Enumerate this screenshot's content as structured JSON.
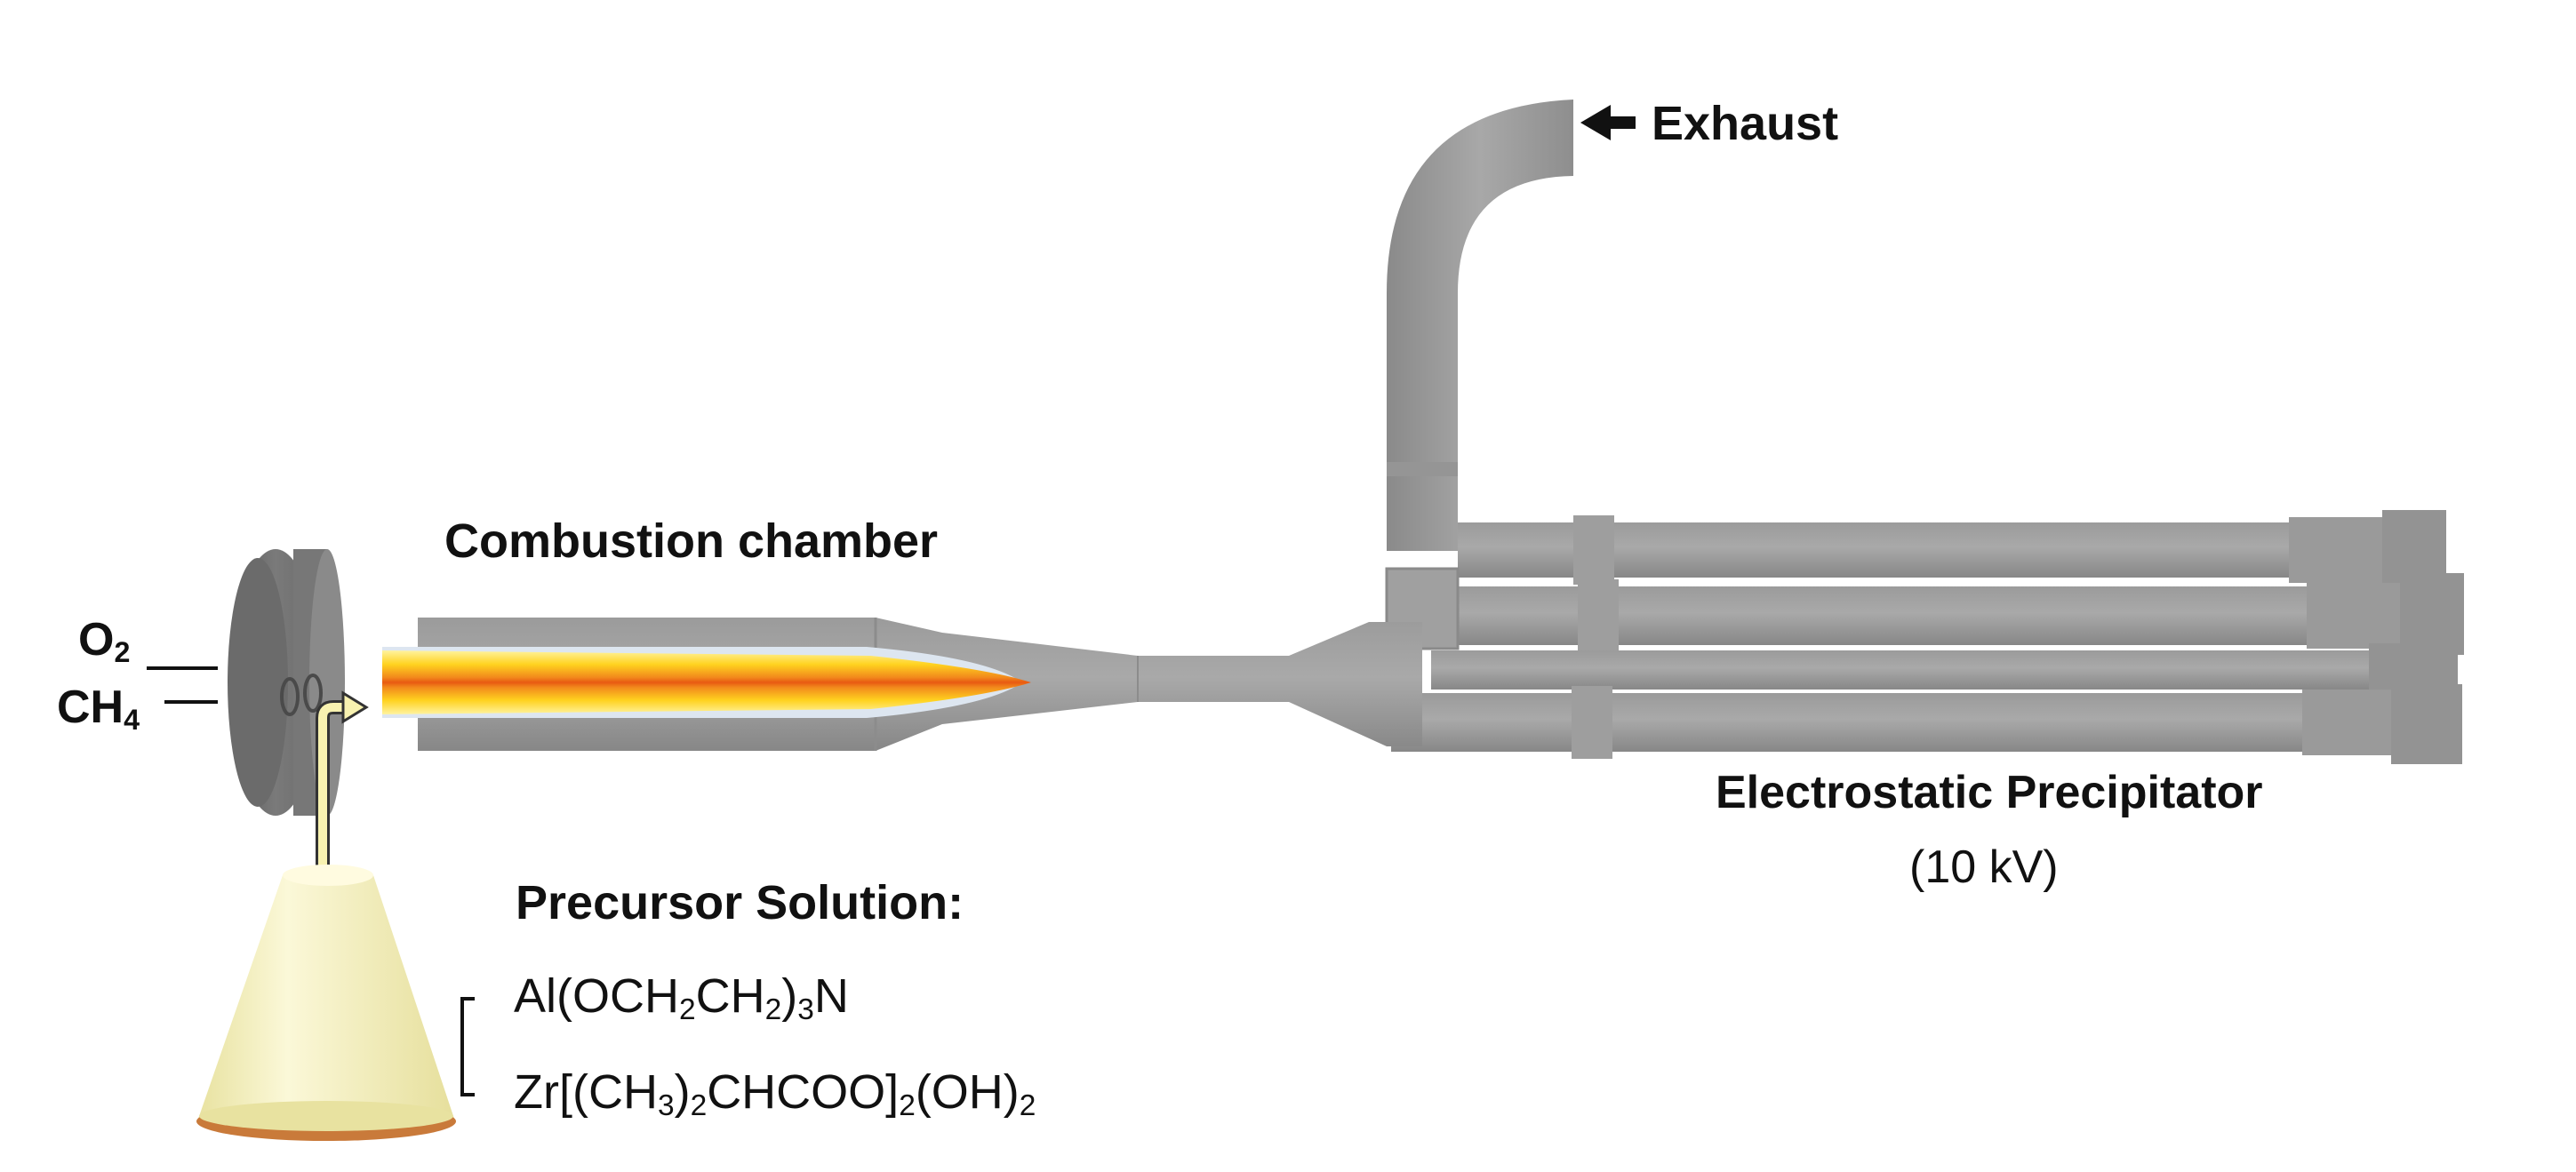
{
  "labels": {
    "exhaust": "Exhaust",
    "combustion_chamber": "Combustion chamber",
    "electrostatic_precipitator": "Electrostatic Precipitator",
    "voltage": "(10 kV)",
    "precursor_solution": "Precursor Solution:"
  },
  "gases": [
    {
      "base": "O",
      "sub": "2"
    },
    {
      "base": "CH",
      "sub": "4"
    }
  ],
  "formulas": {
    "al": [
      {
        "t": "Al(OCH"
      },
      {
        "s": "2"
      },
      {
        "t": "CH"
      },
      {
        "s": "2"
      },
      {
        "t": ")"
      },
      {
        "s": "3"
      },
      {
        "t": "N"
      }
    ],
    "zr": [
      {
        "t": "Zr[(CH"
      },
      {
        "s": "3"
      },
      {
        "t": ")"
      },
      {
        "s": "2"
      },
      {
        "t": "CHCOO]"
      },
      {
        "s": "2"
      },
      {
        "t": "(OH)"
      },
      {
        "s": "2"
      }
    ]
  },
  "colors": {
    "pipe": "#8f8f8f",
    "pipe_light": "#a6a6a6",
    "pipe_dark": "#6f6f6f",
    "flame_outer": "#ffe84a",
    "flame_core": "#e85a12",
    "flask": "#f7f3c2",
    "flask_base": "#c97a3a"
  }
}
